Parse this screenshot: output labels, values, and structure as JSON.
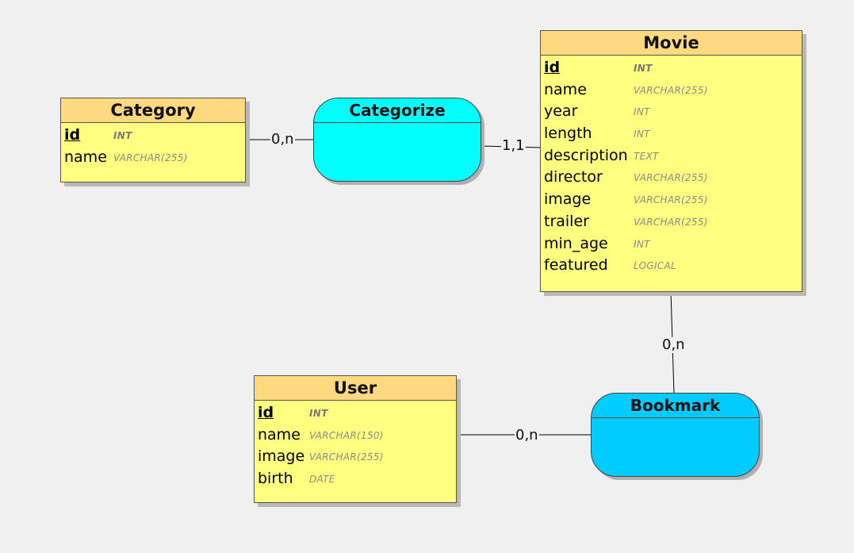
{
  "entities": {
    "category": {
      "title": "Category",
      "fields": [
        {
          "name": "id",
          "type": "INT",
          "key": true
        },
        {
          "name": "name",
          "type": "VARCHAR(255)",
          "key": false
        }
      ]
    },
    "movie": {
      "title": "Movie",
      "fields": [
        {
          "name": "id",
          "type": "INT",
          "key": true
        },
        {
          "name": "name",
          "type": "VARCHAR(255)",
          "key": false
        },
        {
          "name": "year",
          "type": "INT",
          "key": false
        },
        {
          "name": "length",
          "type": "INT",
          "key": false
        },
        {
          "name": "description",
          "type": "TEXT",
          "key": false
        },
        {
          "name": "director",
          "type": "VARCHAR(255)",
          "key": false
        },
        {
          "name": "image",
          "type": "VARCHAR(255)",
          "key": false
        },
        {
          "name": "trailer",
          "type": "VARCHAR(255)",
          "key": false
        },
        {
          "name": "min_age",
          "type": "INT",
          "key": false
        },
        {
          "name": "featured",
          "type": "LOGICAL",
          "key": false
        }
      ]
    },
    "user": {
      "title": "User",
      "fields": [
        {
          "name": "id",
          "type": "INT",
          "key": true
        },
        {
          "name": "name",
          "type": "VARCHAR(150)",
          "key": false
        },
        {
          "name": "image",
          "type": "VARCHAR(255)",
          "key": false
        },
        {
          "name": "birth",
          "type": "DATE",
          "key": false
        }
      ]
    }
  },
  "relations": {
    "categorize": {
      "title": "Categorize"
    },
    "bookmark": {
      "title": "Bookmark"
    }
  },
  "cardinalities": {
    "category_categorize": "0,n",
    "movie_categorize": "1,1",
    "movie_bookmark": "0,n",
    "user_bookmark": "0,n"
  },
  "colors": {
    "background": "#f0f0f0",
    "entity_body": "#ffff80",
    "entity_header": "#ffd980",
    "relation_categorize": "#00ffff",
    "relation_bookmark": "#00ccff"
  }
}
